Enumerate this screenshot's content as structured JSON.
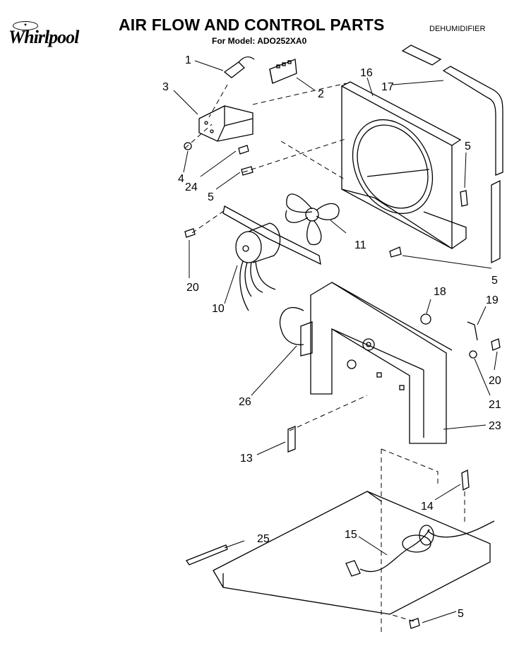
{
  "header": {
    "brand": "Whirlpool",
    "title": "AIR FLOW AND CONTROL PARTS",
    "model_line": "For Model: ADO252XA0",
    "product": "DEHUMIDIFIER"
  },
  "callouts": [
    "1",
    "2",
    "3",
    "4",
    "24",
    "5",
    "16",
    "17",
    "5",
    "11",
    "20",
    "10",
    "5",
    "18",
    "19",
    "26",
    "20",
    "21",
    "23",
    "13",
    "14",
    "25",
    "15",
    "5"
  ]
}
